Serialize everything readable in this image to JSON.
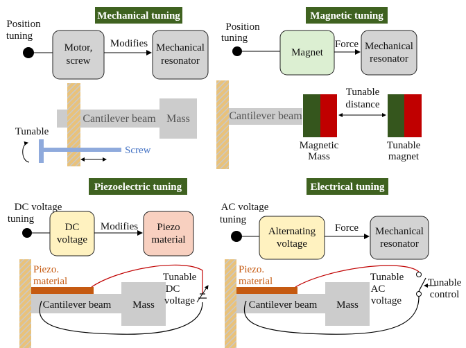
{
  "colors": {
    "header_bg": "#3f6220",
    "gray_box": "#d3d3d3",
    "green_box": "#dcefd2",
    "yellow_box": "#fff2c0",
    "pink_box": "#f8d0c0",
    "beam": "#cccccc",
    "hatch": "#e9c27a",
    "magnet_green": "#35561d",
    "magnet_red": "#c00000",
    "screw": "#8faadc",
    "piezo": "#c55a11",
    "wire_red": "#c00000"
  },
  "mechanical": {
    "header": "Mechanical tuning",
    "input_label": [
      "Position",
      "tuning"
    ],
    "box1": [
      "Motor,",
      "screw"
    ],
    "arrow_label": "Modifies",
    "box2": [
      "Mechanical",
      "resonator"
    ],
    "beam_label": "Cantilever beam",
    "mass_label": "Mass",
    "tunable_label": "Tunable",
    "screw_label": "Screw"
  },
  "magnetic": {
    "header": "Magnetic tuning",
    "input_label": [
      "Position",
      "tuning"
    ],
    "box1": [
      "Magnet"
    ],
    "arrow_label": "Force",
    "box2": [
      "Mechanical",
      "resonator"
    ],
    "beam_label": "Cantilever beam",
    "distance_label": [
      "Tunable",
      "distance"
    ],
    "mass_label": [
      "Magnetic",
      "Mass"
    ],
    "magnet_label": [
      "Tunable",
      "magnet"
    ]
  },
  "piezo": {
    "header": "Piezoelectric tuning",
    "input_label": [
      "DC voltage",
      "tuning"
    ],
    "box1": [
      "DC",
      "voltage"
    ],
    "arrow_label": "Modifies",
    "box2": [
      "Piezo",
      "material"
    ],
    "piezo_label": [
      "Piezo.",
      "material"
    ],
    "beam_label": "Cantilever beam",
    "mass_label": "Mass",
    "source_label": [
      "Tunable",
      "DC",
      "voltage"
    ]
  },
  "electrical": {
    "header": "Electrical tuning",
    "input_label": [
      "AC voltage",
      "tuning"
    ],
    "box1": [
      "Alternating",
      "voltage"
    ],
    "arrow_label": "Force",
    "box2": [
      "Mechanical",
      "resonator"
    ],
    "piezo_label": [
      "Piezo.",
      "material"
    ],
    "beam_label": "Cantilever beam",
    "mass_label": "Mass",
    "source_label": [
      "Tunable",
      "AC",
      "voltage"
    ],
    "control_label": [
      "Tunable",
      "control"
    ]
  }
}
